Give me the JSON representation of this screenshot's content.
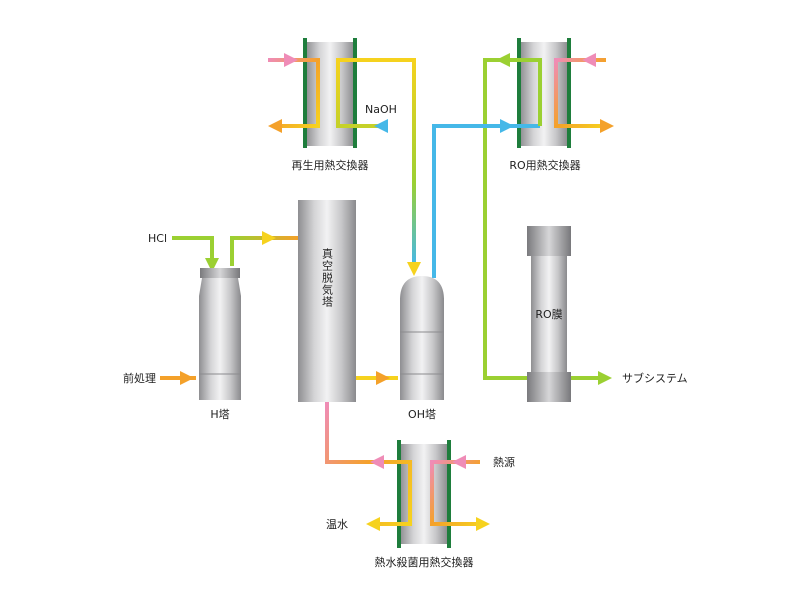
{
  "labels": {
    "regen_hx": "再生用熱交換器",
    "ro_hx": "RO用熱交換器",
    "naoh": "NaOH",
    "hcl": "HCl",
    "pretreatment": "前処理",
    "h_tower": "H塔",
    "vacuum_tower": "真空脱気塔",
    "oh_tower": "OH塔",
    "ro_membrane": "RO膜",
    "sub_system": "サブシステム",
    "heat_source": "熱源",
    "warm_water": "温水",
    "sterilize_hx": "熱水殺菌用熱交換器"
  },
  "colors": {
    "hot": "#f4a12a",
    "yellow": "#f6d21e",
    "pink": "#ef8cb7",
    "cyan": "#45b8e8",
    "green": "#9bd032",
    "plate": "#1e7d3c",
    "vessel": "#b9b9bc"
  }
}
